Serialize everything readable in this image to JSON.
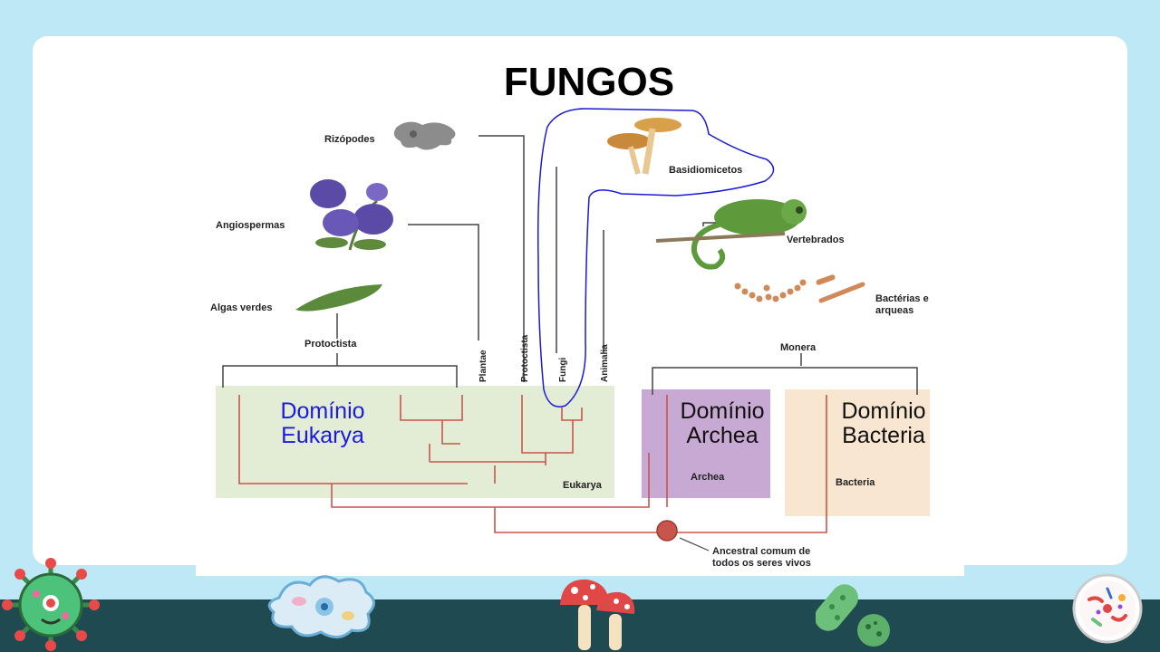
{
  "slide": {
    "title": "FUNGOS"
  },
  "tree": {
    "leaves": {
      "rizopodes": "Rizópodes",
      "angiospermas": "Angiospermas",
      "algas_verdes": "Algas verdes",
      "basidiomicetos": "Basidiomicetos",
      "vertebrados": "Vertebrados",
      "bacterias_line1": "Bactérias e",
      "bacterias_line2": "arqueas"
    },
    "groups": {
      "protoctista_horizontal": "Protoctista",
      "monera": "Monera",
      "plantae": "Plantae",
      "protoctista_vertical": "Protoctista",
      "fungi": "Fungi",
      "animalia": "Animalia"
    },
    "domains_small": {
      "eukarya": "Eukarya",
      "archea": "Archea",
      "bacteria": "Bacteria"
    },
    "root_line1": "Ancestral comum de",
    "root_line2": "todos os seres vivos"
  },
  "overlay_labels": {
    "eukarya_line1": "Domínio",
    "eukarya_line2": "Eukarya",
    "archea_line1": "Domínio",
    "archea_line2": "Archea",
    "bacteria_line1": "Domínio",
    "bacteria_line2": "Bacteria"
  },
  "colors": {
    "background": "#bde8f6",
    "footer": "#204a52",
    "eukarya_box": "#e3ecd4",
    "archea_box": "#c8a9d3",
    "bacteria_box": "#f8e6d0",
    "tree_red": "#c8554b",
    "highlight_blue": "#1a1ad6",
    "eukarya_label": "#1a1ae0"
  },
  "icons": [
    "virus-icon",
    "amoeba-icon",
    "mushroom-icon",
    "bacteria-icon",
    "petri-dish-icon"
  ]
}
